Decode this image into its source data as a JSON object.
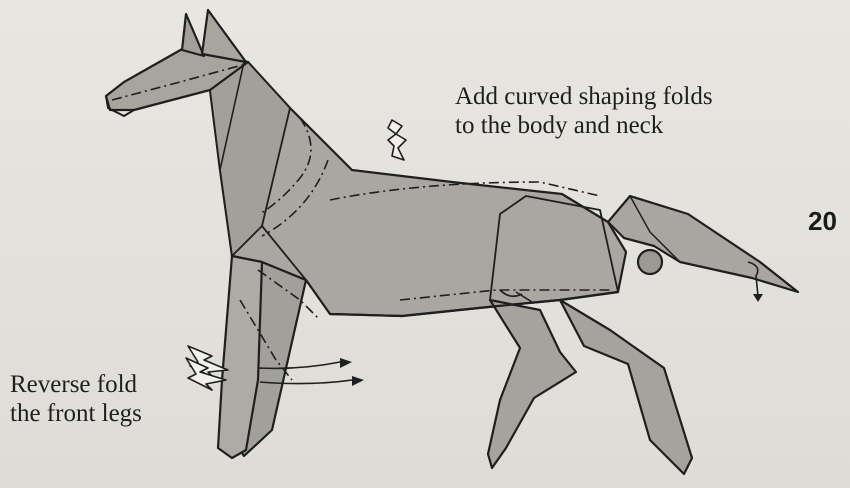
{
  "diagram": {
    "instruction_body": [
      "Add curved shaping folds",
      "to the body and neck"
    ],
    "instruction_legs": [
      "Reverse fold",
      "the front legs"
    ],
    "step_number": "20",
    "colors": {
      "paper": "#a9a6a1",
      "paper_dark": "#8f8c87",
      "line": "#1f1f1f",
      "background": "#e2e0db"
    }
  }
}
